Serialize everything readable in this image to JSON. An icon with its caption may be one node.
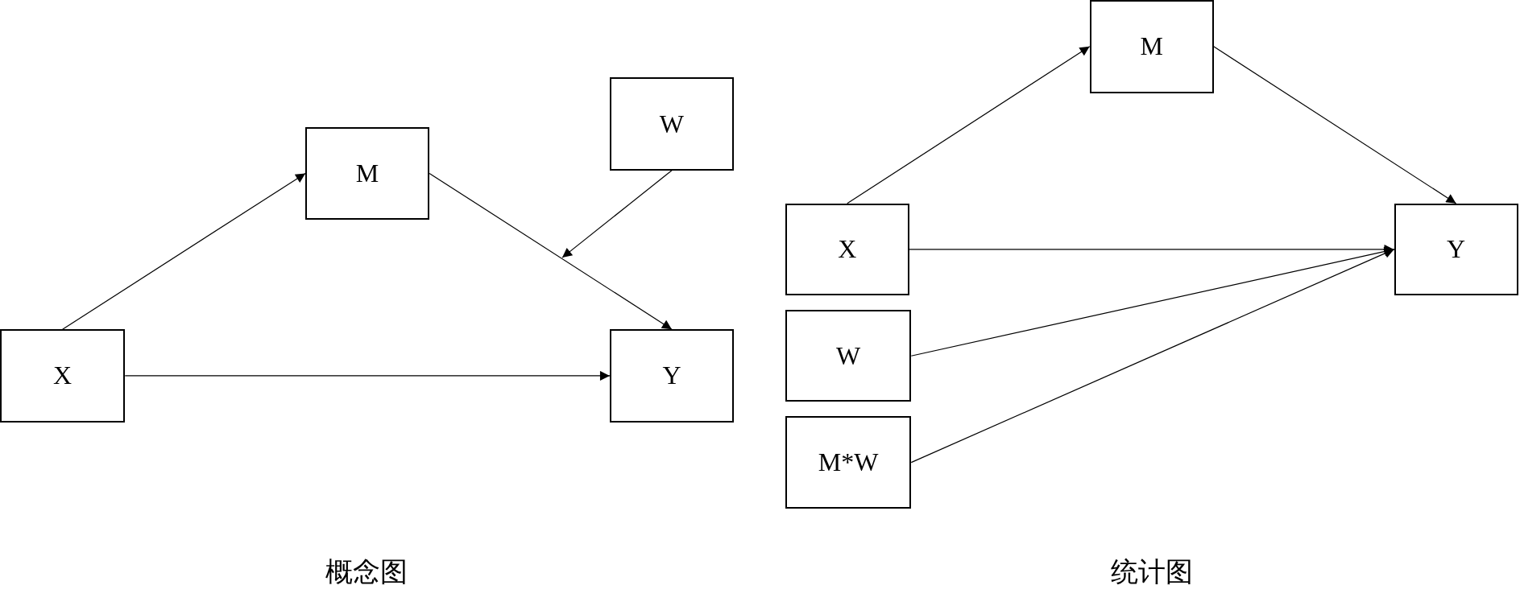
{
  "diagram": {
    "nodes": [
      {
        "text": [
          "M"
        ]
      },
      {
        "text": [
          "W"
        ]
      },
      {
        "text": [
          "X"
        ]
      },
      {
        "text": [
          "Y"
        ]
      },
      {
        "text": [
          "M"
        ]
      },
      {
        "text": [
          "X"
        ]
      },
      {
        "text": [
          "W"
        ]
      },
      {
        "text": [
          "M*W"
        ]
      },
      {
        "text": [
          "Y"
        ]
      }
    ],
    "edges": [
      {
        "from": 2,
        "to": 0,
        "arrow": "to"
      },
      {
        "from": 0,
        "to": 3,
        "arrow": "to"
      },
      {
        "from": 1,
        "to": null,
        "arrow": "to"
      },
      {
        "from": 2,
        "to": 3,
        "arrow": "to"
      },
      {
        "from": 5,
        "to": 4,
        "arrow": "to"
      },
      {
        "from": 4,
        "to": 8,
        "arrow": "to"
      },
      {
        "from": 5,
        "to": 8,
        "arrow": "to"
      },
      {
        "from": 6,
        "to": 8,
        "arrow": "to"
      },
      {
        "from": 7,
        "to": 8,
        "arrow": "to"
      }
    ],
    "labels": [
      "概念图",
      "统计图"
    ]
  }
}
